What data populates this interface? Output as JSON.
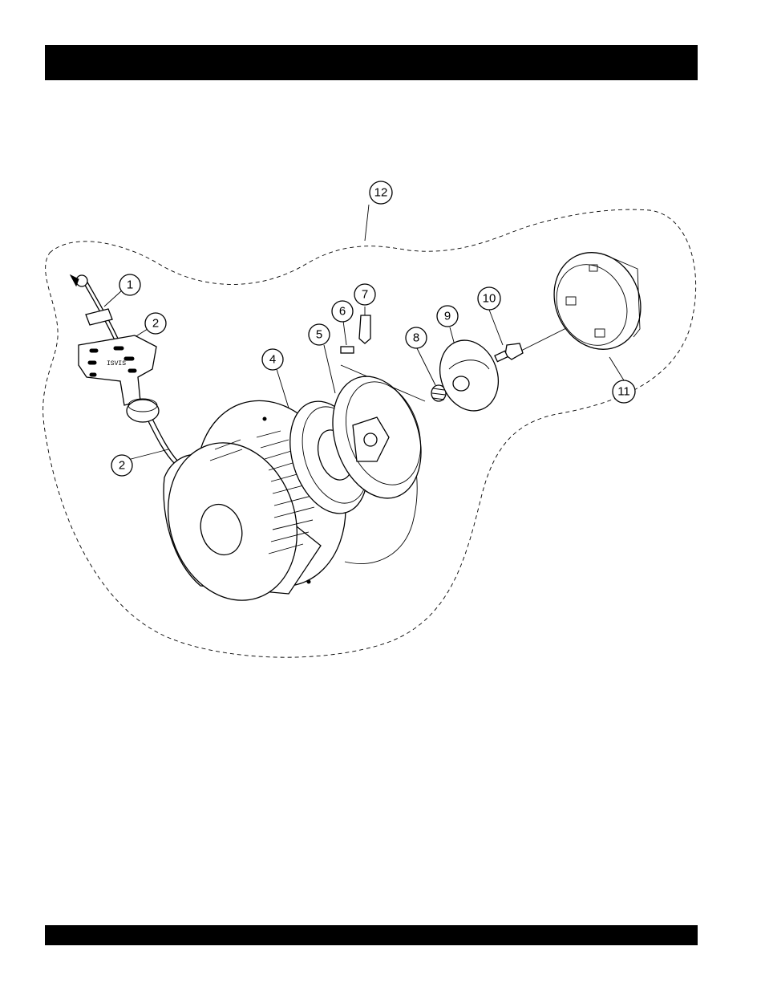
{
  "header_bar": {
    "color": "#000000"
  },
  "footer_bar": {
    "color": "#000000"
  },
  "callouts": [
    {
      "id": "c1",
      "label": "1"
    },
    {
      "id": "c2a",
      "label": "2"
    },
    {
      "id": "c2b",
      "label": "2"
    },
    {
      "id": "c4",
      "label": "4"
    },
    {
      "id": "c5",
      "label": "5"
    },
    {
      "id": "c6",
      "label": "6"
    },
    {
      "id": "c7",
      "label": "7"
    },
    {
      "id": "c8",
      "label": "8"
    },
    {
      "id": "c9",
      "label": "9"
    },
    {
      "id": "c10",
      "label": "10"
    },
    {
      "id": "c11",
      "label": "11"
    },
    {
      "id": "c12",
      "label": "12"
    }
  ],
  "icons": [
    "recoil-starter-exploded-view"
  ]
}
